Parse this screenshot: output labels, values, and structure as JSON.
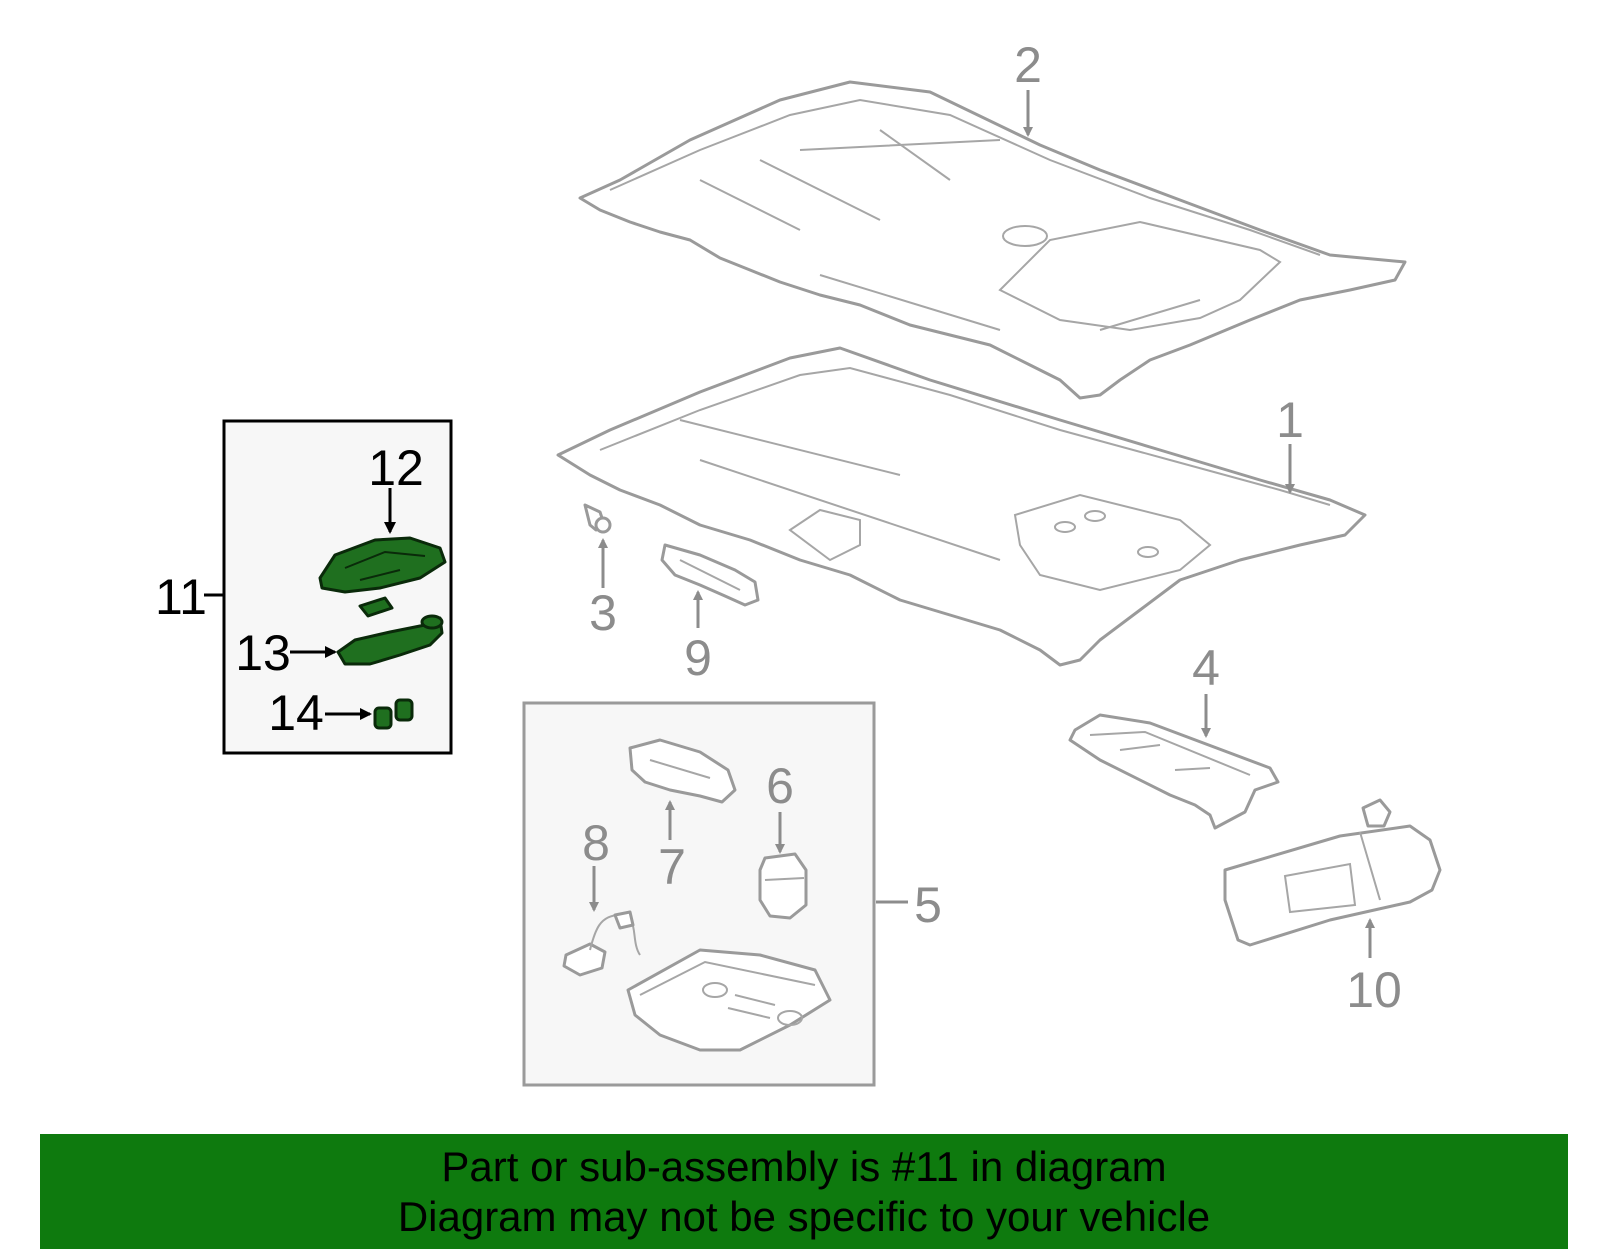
{
  "callouts": {
    "c1": "1",
    "c2": "2",
    "c3": "3",
    "c4": "4",
    "c5": "5",
    "c6": "6",
    "c7": "7",
    "c8": "8",
    "c9": "9",
    "c10": "10",
    "c11": "11",
    "c12": "12",
    "c13": "13",
    "c14": "14"
  },
  "highlight_color": "#1f6f1f",
  "banner": {
    "line1": "Part or sub-assembly is #11 in diagram",
    "line2": "Diagram may not be specific to your vehicle",
    "color": "#0e7a0e"
  }
}
